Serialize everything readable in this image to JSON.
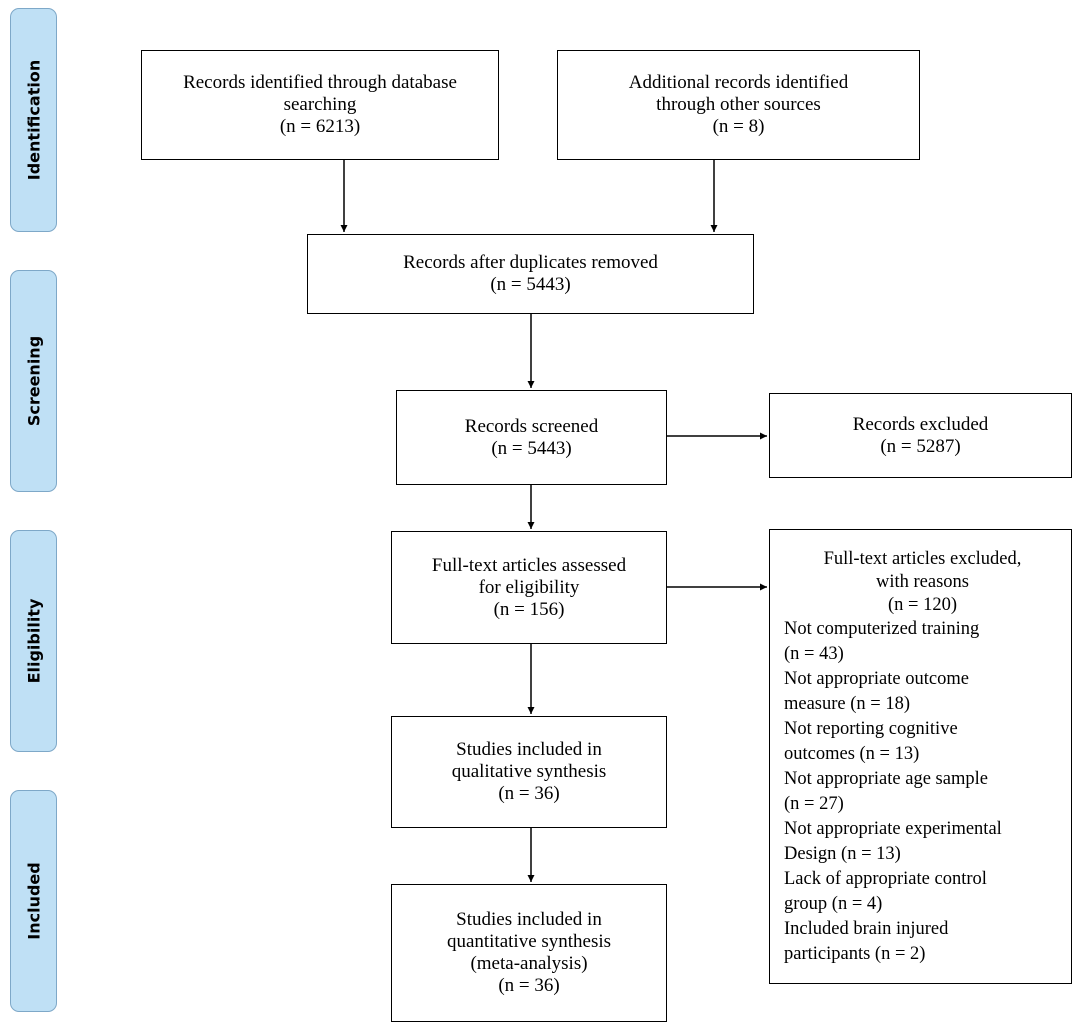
{
  "phases": {
    "identification": "Identification",
    "screening": "Screening",
    "eligibility": "Eligibility",
    "included": "Included"
  },
  "boxes": {
    "database": {
      "l1": "Records identified through database",
      "l2": "searching",
      "l3": "(n = 6213)"
    },
    "other": {
      "l1": "Additional records identified",
      "l2": "through other sources",
      "l3": "(n = 8)"
    },
    "duplicates": {
      "l1": "Records after duplicates removed",
      "l2": "(n = 5443)"
    },
    "screened": {
      "l1": "Records screened",
      "l2": "(n = 5443)"
    },
    "excluded": {
      "l1": "Records excluded",
      "l2": "(n = 5287)"
    },
    "fulltext": {
      "l1": "Full-text articles assessed",
      "l2": "for eligibility",
      "l3": "(n = 156)"
    },
    "qualitative": {
      "l1": "Studies included in",
      "l2": "qualitative synthesis",
      "l3": "(n = 36)"
    },
    "quantitative": {
      "l1": "Studies included in",
      "l2": "quantitative synthesis",
      "l3": "(meta-analysis)",
      "l4": "(n = 36)"
    }
  },
  "fulltext_excluded": {
    "header": [
      "Full-text articles excluded,",
      "with reasons",
      "(n = 120)"
    ],
    "lines": [
      "Not computerized training",
      "(n = 43)",
      "Not appropriate outcome",
      "measure (n = 18)",
      "Not reporting cognitive",
      "outcomes (n = 13)",
      "Not appropriate age sample",
      "(n = 27)",
      "Not appropriate experimental",
      "Design (n = 13)",
      "Lack of appropriate control",
      "group (n = 4)",
      "Included brain injured",
      "participants (n = 2)"
    ]
  },
  "colors": {
    "phase_fill": "#bfe0f5",
    "phase_border": "#7ea8c8",
    "stroke": "#000000"
  }
}
